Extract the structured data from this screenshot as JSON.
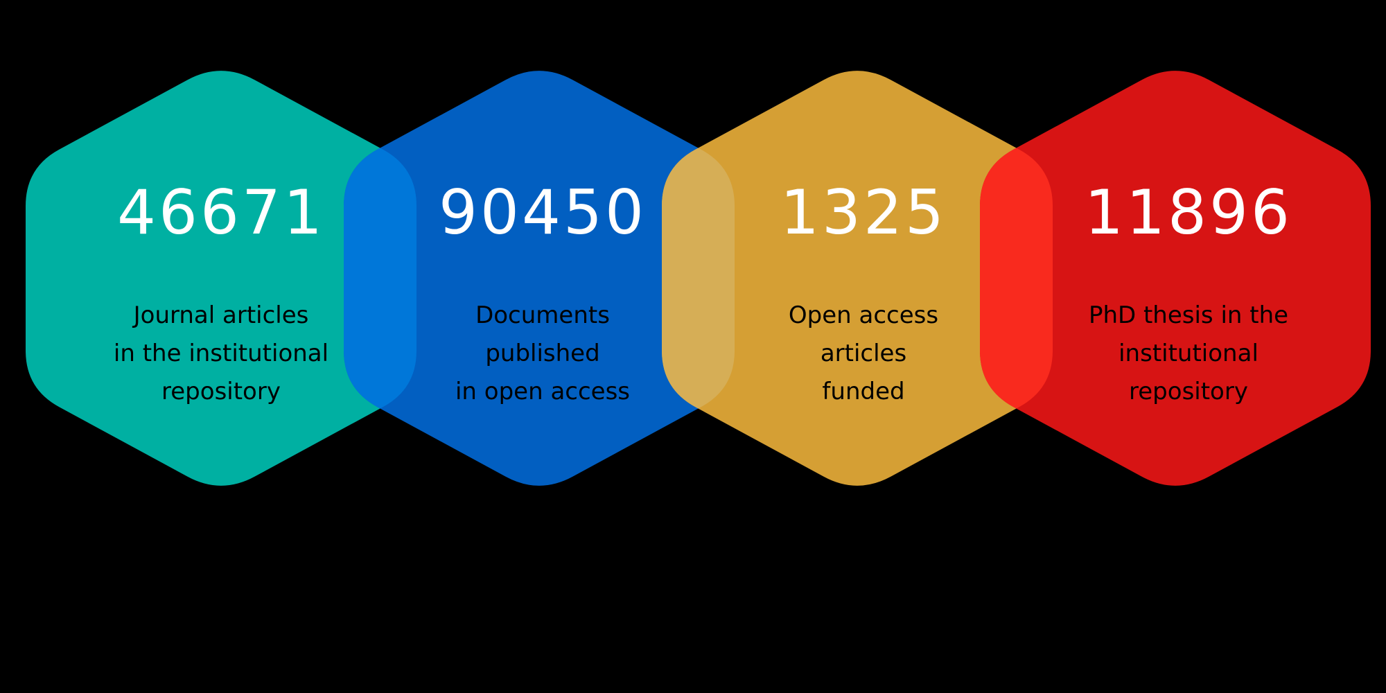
{
  "stats": [
    {
      "value": "46671",
      "lines": [
        "Journal articles",
        "in the institutional",
        "repository"
      ],
      "color": "#00b0a2"
    },
    {
      "value": "90450",
      "lines": [
        "Documents",
        "published",
        "in open access"
      ],
      "color": "#025fc1"
    },
    {
      "value": "1325",
      "lines": [
        "Open access",
        "articles",
        "funded"
      ],
      "color": "#d59f34"
    },
    {
      "value": "11896",
      "lines": [
        "PhD thesis in the",
        "institutional",
        "repository"
      ],
      "color": "#d71414"
    }
  ],
  "overlap_colors": [
    "#0077d9",
    "#d6ae56",
    "#f92a1e"
  ]
}
